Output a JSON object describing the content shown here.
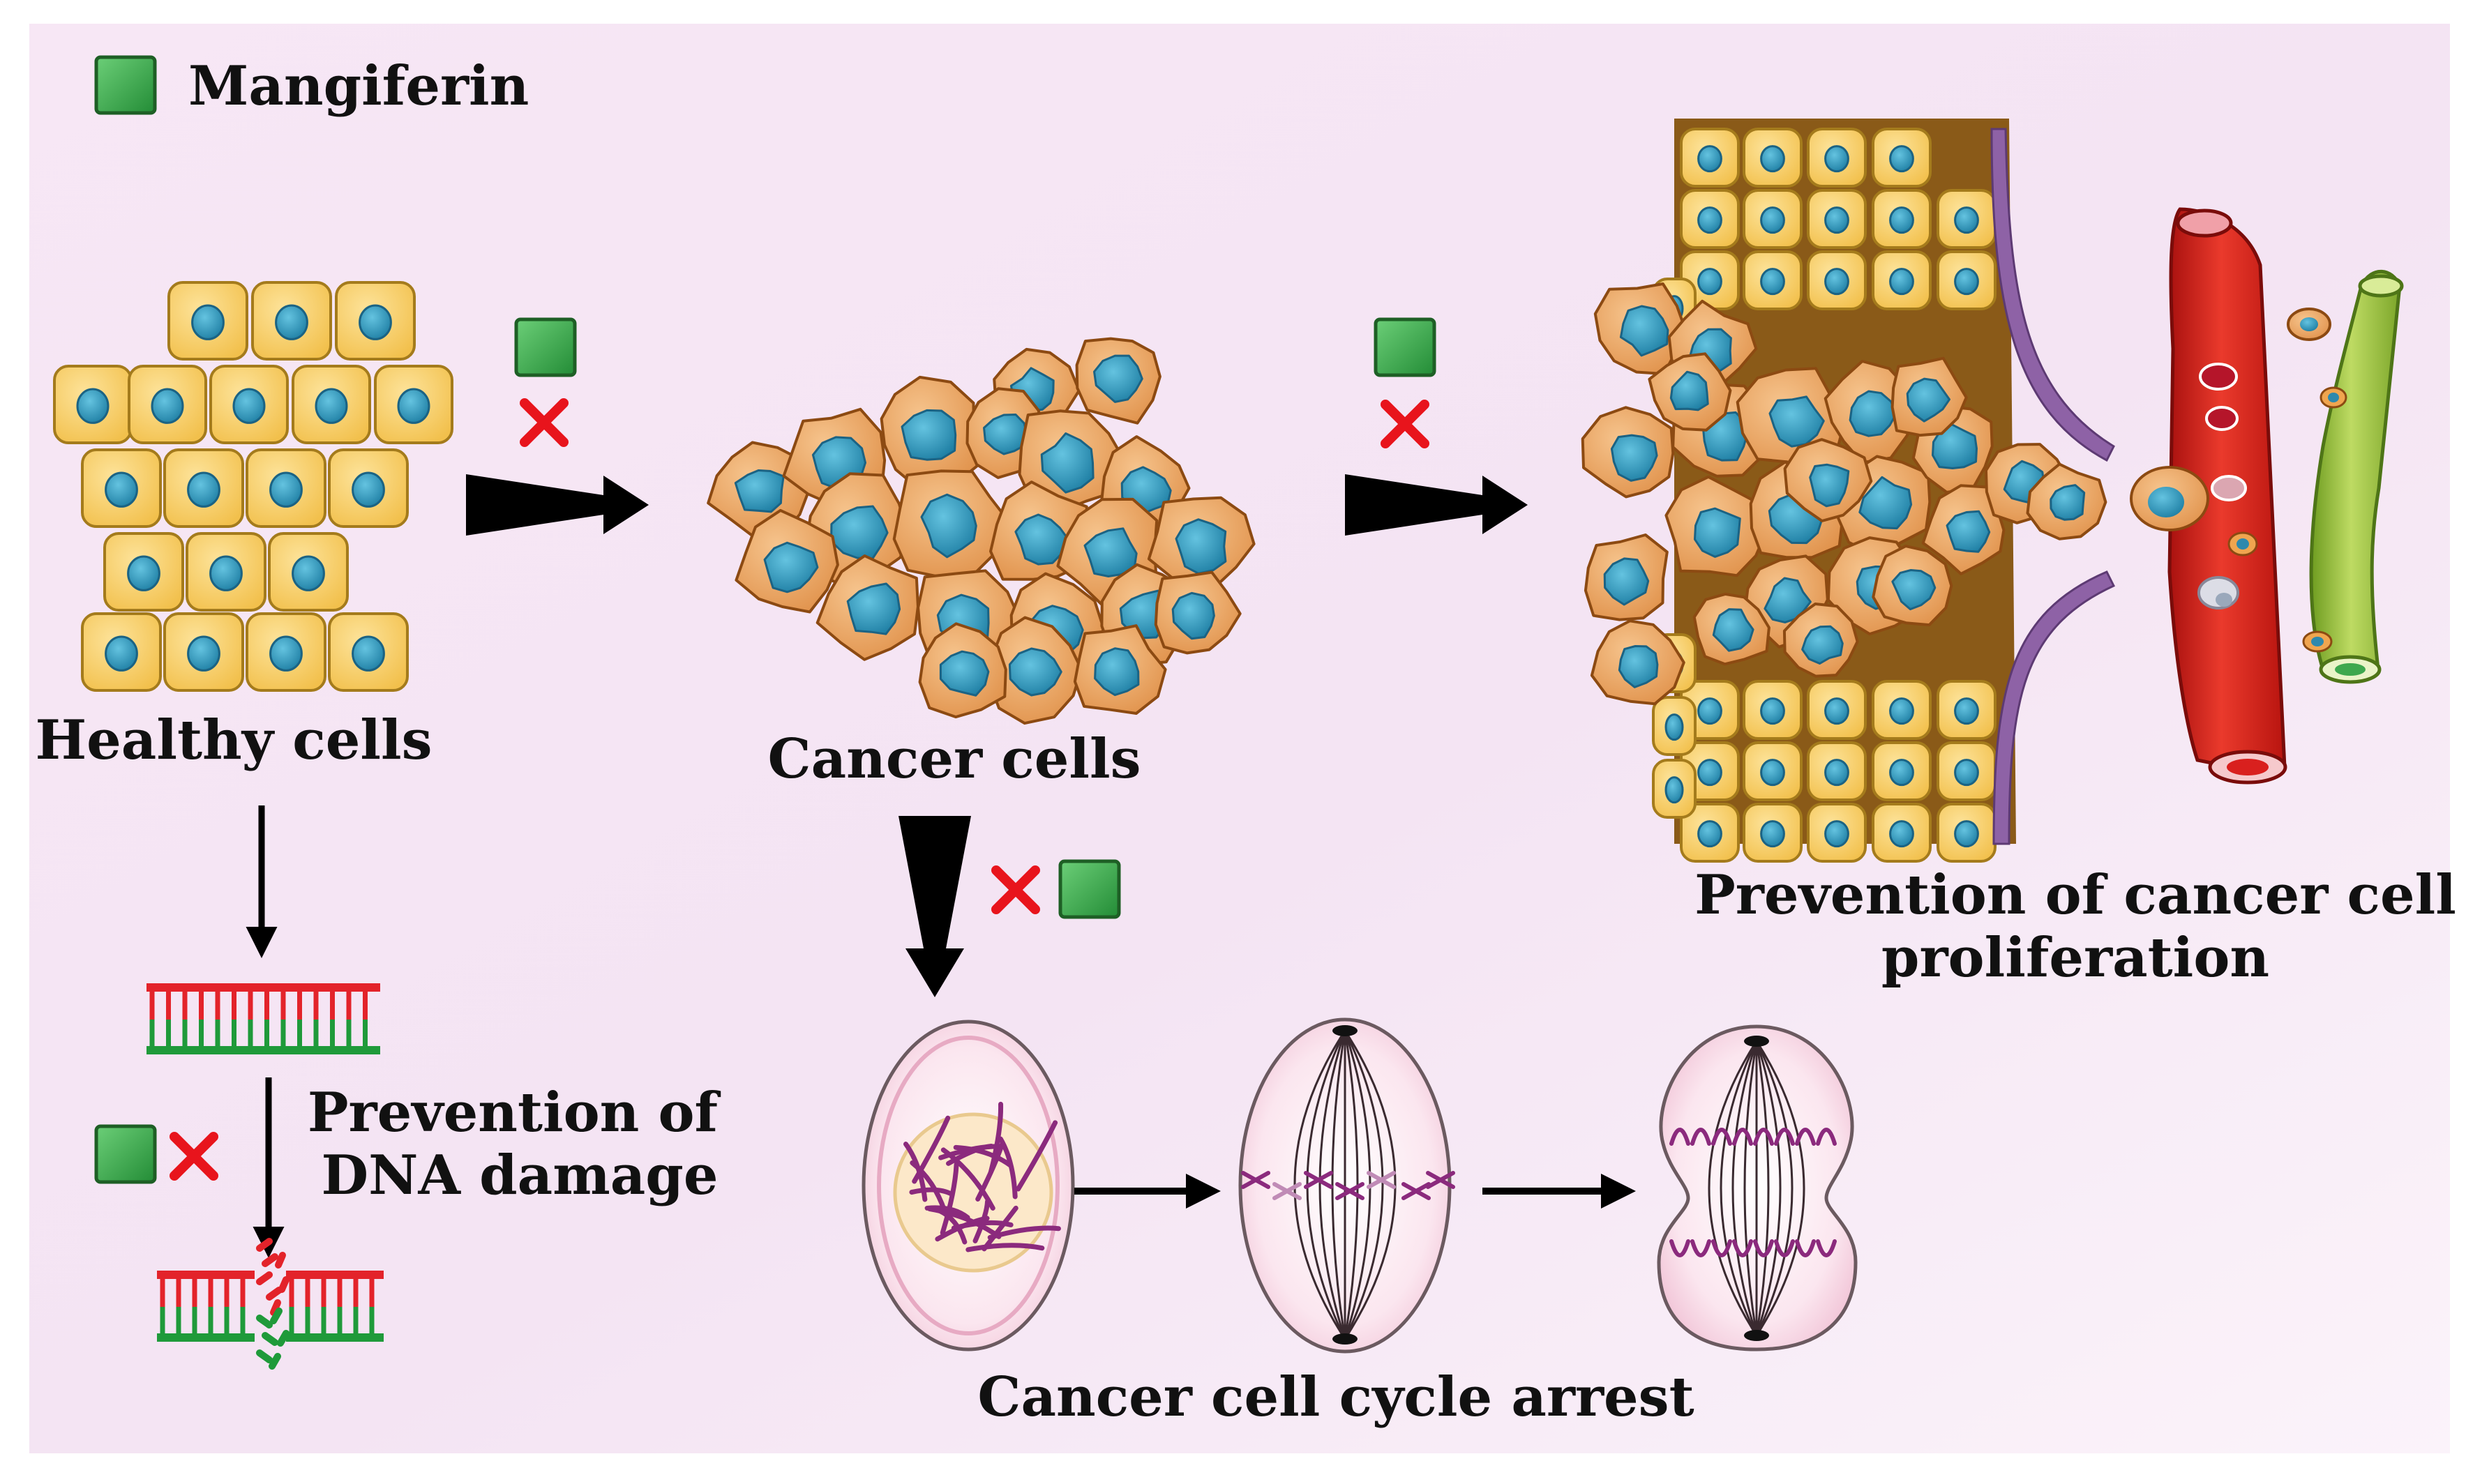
{
  "legend": {
    "label": "Mangiferin",
    "icon": "mangiferin-square-icon"
  },
  "labels": {
    "healthy_cells": "Healthy cells",
    "cancer_cells": "Cancer cells",
    "proliferation_line1": "Prevention of cancer cell",
    "proliferation_line2": "proliferation",
    "dna_line1": "Prevention of",
    "dna_line2": "DNA damage",
    "cycle_arrest": "Cancer cell cycle arrest"
  },
  "icons": [
    "mangiferin-square-icon",
    "red-x-icon",
    "wedge-arrow-icon",
    "down-arrow-icon",
    "dna-helix-icon",
    "damaged-dna-icon",
    "blood-vessel-icon",
    "dividing-cell-icon"
  ],
  "colors": {
    "mangiferin_green": "#3aa34a",
    "inhibit_red": "#e8141c",
    "healthy_cell": "#f8cf62",
    "nucleus": "#3a9fc2",
    "cancer_cell": "#eca65f",
    "vessel_red": "#d9201e",
    "vessel_green": "#97c23c",
    "dna_red": "#e3232a",
    "dna_green": "#1f9a3a",
    "chromosome": "#8b2a7d"
  }
}
